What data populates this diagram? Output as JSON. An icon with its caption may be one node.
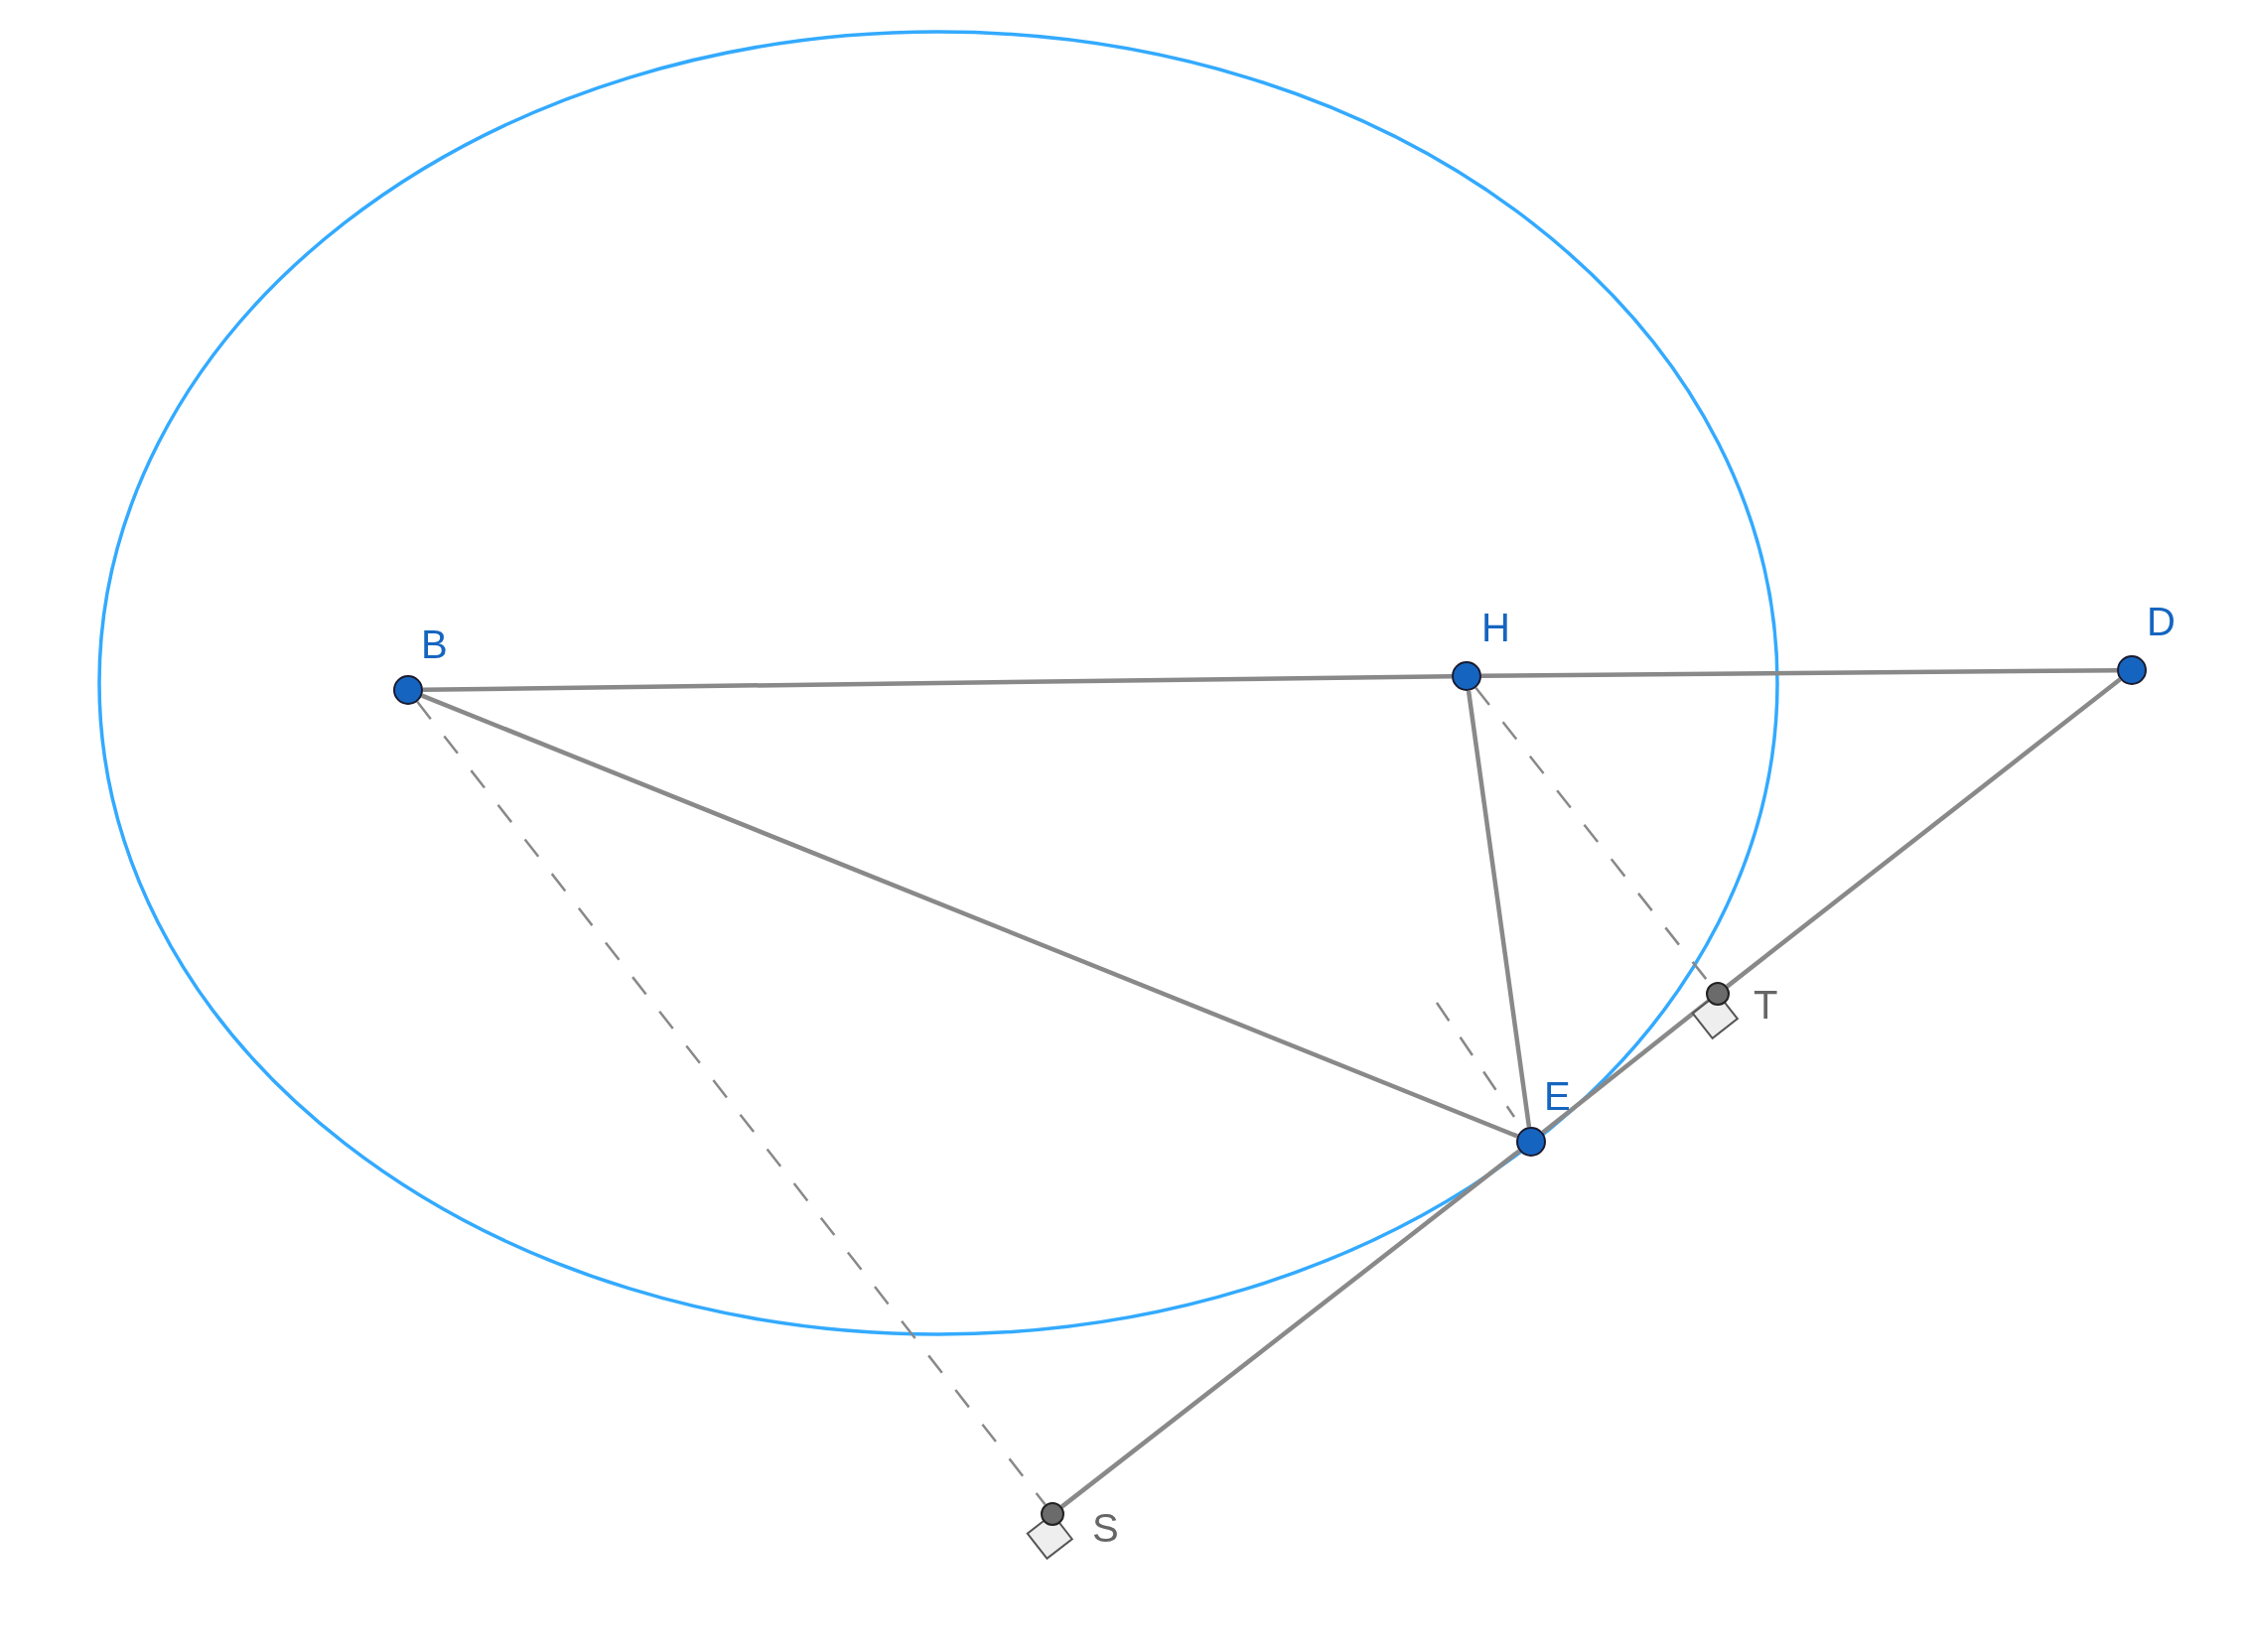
{
  "diagram": {
    "nodes": [
      {
        "text": [
          "B"
        ]
      },
      {
        "text": [
          "H"
        ]
      },
      {
        "text": [
          "D"
        ]
      },
      {
        "text": [
          "E"
        ]
      },
      {
        "text": [
          "T"
        ]
      },
      {
        "text": [
          "S"
        ]
      }
    ],
    "edges": [
      {
        "from": 0,
        "to": 1,
        "arrow": "none"
      },
      {
        "from": 1,
        "to": 2,
        "arrow": "none"
      },
      {
        "from": 0,
        "to": 3,
        "arrow": "none"
      },
      {
        "from": 1,
        "to": 3,
        "arrow": "none"
      },
      {
        "from": 2,
        "to": 4,
        "arrow": "none"
      },
      {
        "from": 4,
        "to": 3,
        "arrow": "none"
      },
      {
        "from": 3,
        "to": 5,
        "arrow": "none"
      },
      {
        "from": 0,
        "to": 5,
        "arrow": "none",
        "style": "dashed"
      },
      {
        "from": 1,
        "to": 4,
        "arrow": "none",
        "style": "dashed"
      }
    ]
  }
}
